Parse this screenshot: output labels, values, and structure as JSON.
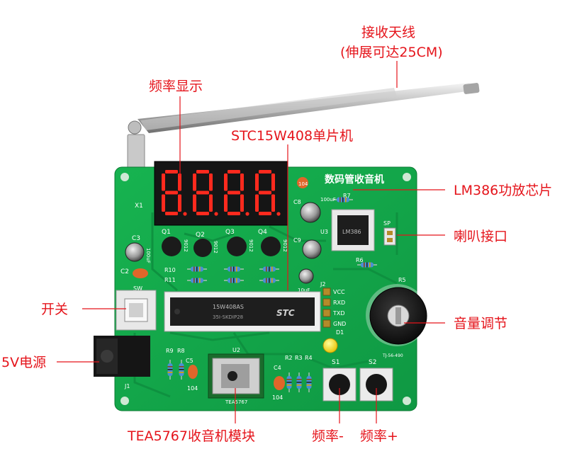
{
  "labels": {
    "antenna": "接收天线",
    "antenna_note": "(伸展可达25CM)",
    "display": "频率显示",
    "mcu": "STC15W408单片机",
    "amp": "LM386功放芯片",
    "speaker": "喇叭接口",
    "switch": "开关",
    "volume": "音量调节",
    "power": "5V电源",
    "module": "TEA5767收音机模块",
    "freq_down": "频率-",
    "freq_up": "频率+"
  },
  "board": {
    "title": "数码管收音机",
    "chip_line1": "STC",
    "chip_line2": "15W408AS",
    "chip_line3": "35I-SKDIP28",
    "amp_chip": "LM386",
    "serial_pins": [
      "VCC",
      "RXD",
      "TXD",
      "GND"
    ],
    "designators": {
      "x1": "X1",
      "c3": "C3",
      "c2": "C2",
      "q1": "Q1",
      "q2": "Q2",
      "q3": "Q3",
      "q4": "Q4",
      "r10": "R10",
      "r11": "R11",
      "c8": "C8",
      "c9": "C9",
      "r7": "R7",
      "r6": "R6",
      "u3": "U3",
      "sp": "SP",
      "j2": "J2",
      "r5": "R5",
      "d1": "D1",
      "sw": "SW",
      "r9": "R9",
      "r8": "R8",
      "c5": "C5",
      "u2": "U2",
      "c4": "C4",
      "r2": "R2",
      "r3": "R3",
      "r4": "R4",
      "s1": "S1",
      "s2": "S2",
      "j1": "J1"
    },
    "values": {
      "cap104a": "104",
      "cap104b": "104",
      "cap100uf": "100uF",
      "cap10uf": "10uF",
      "c3val": "100uF",
      "tr9012a": "9012",
      "tr9012b": "9012",
      "tr9012c": "9012",
      "tr9012d": "9012",
      "pot": "TJ-56-490",
      "module": "TEA5767",
      "c1": "104"
    }
  },
  "colors": {
    "callout": "#e5141b",
    "pcb": "#13a84a",
    "pcb_dark": "#0d8a3b",
    "segment": "#ff2a1e"
  }
}
